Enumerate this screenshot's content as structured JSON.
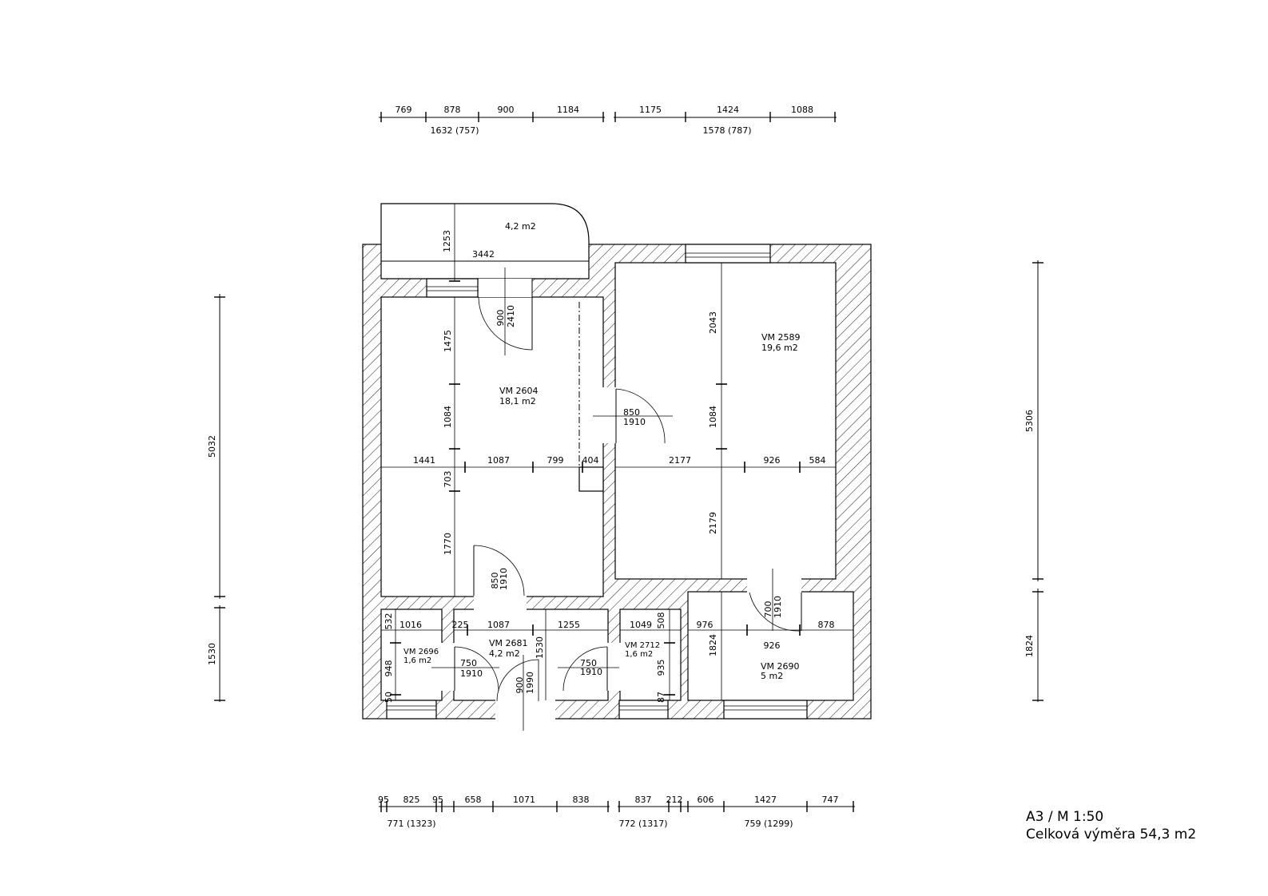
{
  "sheet": {
    "format": "A3 / M 1:50",
    "total_area": "Celková výměra 54,3 m2"
  },
  "rooms": {
    "balcony": {
      "area": "4,2 m2"
    },
    "r2604": {
      "id": "VM 2604",
      "area": "18,1 m2"
    },
    "r2589": {
      "id": "VM 2589",
      "area": "19,6 m2"
    },
    "r2696": {
      "id": "VM 2696",
      "area": "1,6 m2"
    },
    "r2681": {
      "id": "VM 2681",
      "area": "4,2 m2"
    },
    "r2712": {
      "id": "VM 2712",
      "area": "1,6 m2"
    },
    "r2690": {
      "id": "VM 2690",
      "area": "5 m2"
    }
  },
  "dims_top": {
    "row1": [
      "769",
      "878",
      "900",
      "1184",
      "1175",
      "1424",
      "1088"
    ],
    "totals": [
      "1632 (757)",
      "1578 (787)"
    ]
  },
  "dims_bottom": {
    "row1": [
      "95",
      "825",
      "95",
      "658",
      "1071",
      "838",
      "837",
      "212",
      "606",
      "1427",
      "747"
    ],
    "totals": [
      "771 (1323)",
      "772 (1317)",
      "759 (1299)"
    ]
  },
  "dims_left": [
    "5032",
    "1530"
  ],
  "dims_right": [
    "5306",
    "1824"
  ],
  "dims_inner": {
    "balcony_h": "1253",
    "balcony_w": "3442",
    "door_entry_w": "900",
    "door_entry_h": "2410",
    "r2604_v1": "1475",
    "r2604_v2": "1084",
    "r2604_v3": "703",
    "r2604_v4": "1770",
    "door_mid_w": "850",
    "door_mid_h": "1910",
    "r2589_v1": "2043",
    "r2589_v2": "1084",
    "r2589_v3": "2179",
    "h_left": [
      "1441",
      "1087",
      "799",
      "404"
    ],
    "h_right": [
      "2177",
      "926",
      "584"
    ],
    "door_kitchen_w": "850",
    "door_kitchen_h": "1910",
    "small_h_a": [
      "1016",
      "225",
      "1087",
      "1255"
    ],
    "small_h_b": [
      "1049",
      "508"
    ],
    "v532": "532",
    "v948": "948",
    "v50": "50",
    "v1530": "1530",
    "v935": "935",
    "v87": "87",
    "door_wc1_w": "750",
    "door_wc1_h": "1910",
    "door_wc2_w": "750",
    "door_wc2_h": "1910",
    "door_main_w": "900",
    "door_main_h": "1990",
    "door_bath_w": "700",
    "door_bath_h": "1910",
    "r2690_h1": "976",
    "r2690_h2": "878",
    "r2690_h3": "926",
    "r2690_v": "1824"
  }
}
